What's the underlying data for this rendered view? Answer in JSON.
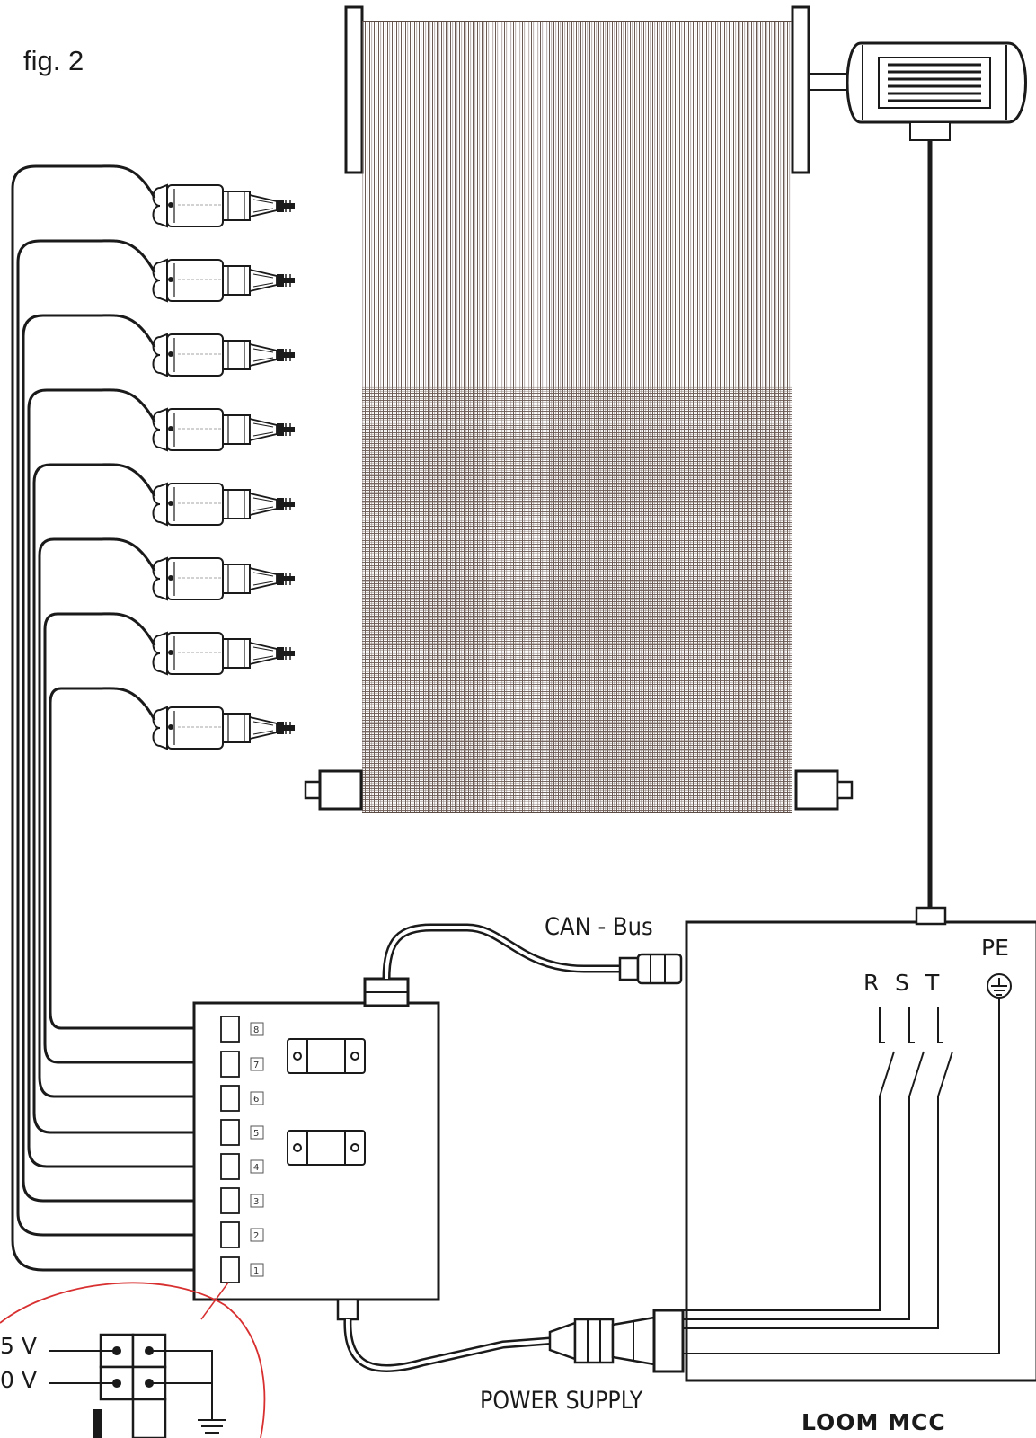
{
  "figure": {
    "label": "fig. 2"
  },
  "connectors": {
    "can_bus": "CAN - Bus",
    "power_supply": "POWER SUPPLY"
  },
  "mcc": {
    "label": "LOOM MCC",
    "pe": "PE",
    "phases": [
      "R",
      "S",
      "T"
    ]
  },
  "controller": {
    "terminals": [
      "8",
      "7",
      "6",
      "5",
      "4",
      "3",
      "2",
      "1"
    ]
  },
  "detail": {
    "voltage_top": "5 V",
    "voltage_bottom": "0 V"
  },
  "colors": {
    "line": "#1a1a1a",
    "warp": "#5b4a44",
    "highlight": "#d83030"
  }
}
